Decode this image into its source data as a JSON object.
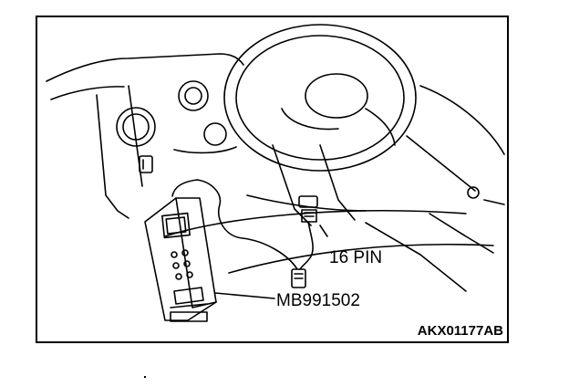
{
  "labels": {
    "connector": "16 PIN",
    "tool": "MB991502",
    "figure_id": "AKX01177AB"
  },
  "colors": {
    "line": "#000000",
    "background": "#ffffff"
  }
}
